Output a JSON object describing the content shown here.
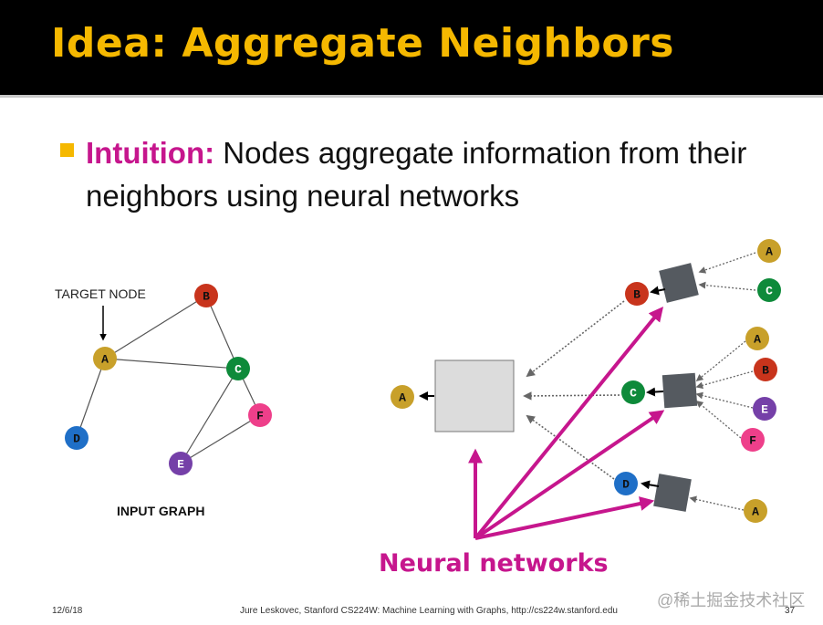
{
  "slide": {
    "title": "Idea: Aggregate Neighbors",
    "bullet": {
      "keyword": "Intuition:",
      "text": " Nodes aggregate information from their neighbors using neural networks"
    }
  },
  "input_graph": {
    "target_label": "TARGET NODE",
    "caption": "INPUT GRAPH",
    "nodes": [
      "A",
      "B",
      "C",
      "D",
      "E",
      "F"
    ]
  },
  "computation_graph": {
    "target": "A",
    "level1": [
      "B",
      "C",
      "D"
    ],
    "level2_for_B": [
      "A",
      "C"
    ],
    "level2_for_C": [
      "A",
      "B",
      "E",
      "F"
    ],
    "level2_for_D": [
      "A"
    ],
    "nn_label": "Neural networks"
  },
  "footer": {
    "date": "12/6/18",
    "credit": "Jure Leskovec, Stanford CS224W: Machine Learning with Graphs, http://cs224w.stanford.edu",
    "page": "37"
  },
  "watermark": "@稀土掘金技术社区",
  "colors": {
    "title": "#f5b800",
    "accent": "#c6168d",
    "A": "#c8a02a",
    "B": "#c8341c",
    "C": "#0e8a3a",
    "D": "#1f6fc7",
    "E": "#7540a8",
    "F": "#ee3f8a"
  }
}
